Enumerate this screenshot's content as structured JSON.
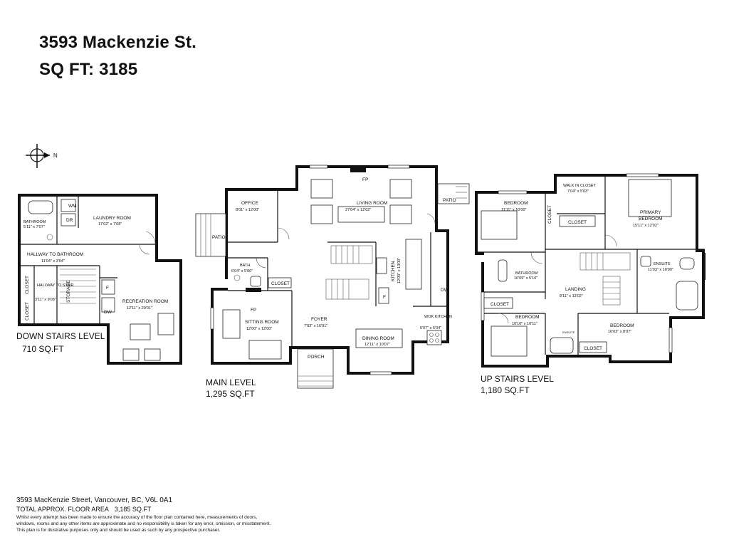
{
  "header": {
    "address": "3593 Mackenzie St.",
    "sqft": "SQ FT: 3185"
  },
  "compass": {
    "label": "N"
  },
  "levels": {
    "down": {
      "name": "DOWN STAIRS LEVEL",
      "area": "710 SQ.FT",
      "rooms": [
        {
          "label": "LAUNDRY ROOM",
          "dim": "17'02\" x 7'08\""
        },
        {
          "label": "BATHROOM",
          "dim": "5'11\" x 7'07\""
        },
        {
          "label": "HALLWAY TO BATHROOM",
          "dim": "11'04\" x 3'04\""
        },
        {
          "label": "HALLWAY TO STAIR",
          "dim": "3'11\" x 9'08\""
        },
        {
          "label": "RECREATION ROOM",
          "dim": "12'11\" x 20'01\""
        }
      ],
      "tags": {
        "wm": "WM",
        "dr": "DR",
        "closet": "CLOSET",
        "closet2": "CLOSET",
        "storage": "STORAGE",
        "f": "F",
        "dw": "DW"
      }
    },
    "main": {
      "name": "MAIN LEVEL",
      "area": "1,295 SQ.FT",
      "rooms": [
        {
          "label": "OFFICE",
          "dim": "8'01\" x 12'00\""
        },
        {
          "label": "LIVING ROOM",
          "dim": "27'04\" x 12'02\""
        },
        {
          "label": "KITCHEN",
          "dim": "12'00\" x 13'00\""
        },
        {
          "label": "BATH",
          "dim": "6'04\" x 5'00\""
        },
        {
          "label": "SITTING ROOM",
          "dim": "12'00\" x 12'00\""
        },
        {
          "label": "FOYER",
          "dim": "7'03\" x 16'01\""
        },
        {
          "label": "DINING ROOM",
          "dim": "12'11\" x 10'07\""
        },
        {
          "label": "WOK KITCHEN",
          "dim": "5'07\" x 5'04\""
        }
      ],
      "tags": {
        "fp1": "FP",
        "fp2": "FP",
        "patio1": "PATIO",
        "patio2": "PATIO",
        "closet": "CLOSET",
        "porch": "PORCH",
        "f": "F",
        "dw": "DW"
      }
    },
    "up": {
      "name": "UP STAIRS LEVEL",
      "area": "1,180 SQ.FT",
      "rooms": [
        {
          "label": "BEDROOM",
          "dim": "11'11\" x 10'00\""
        },
        {
          "label": "WALK IN CLOSET",
          "dim": "7'04\" x 5'03\""
        },
        {
          "label": "PRIMARY",
          "label2": "BEDROOM",
          "dim": "15'11\" x 12'02\""
        },
        {
          "label": "BATHROOM",
          "dim": "10'09\" x 5'10\""
        },
        {
          "label": "ENSUITE",
          "dim": "11'03\" x 10'00\""
        },
        {
          "label": "LANDING",
          "dim": "8'11\" x 13'02\""
        },
        {
          "label": "BEDROOM",
          "dim": "10'10\" x 10'11\""
        },
        {
          "label": "BEDROOM",
          "dim": "16'03\" x 8'07\""
        }
      ],
      "tags": {
        "closet1": "CLOSET",
        "closet2": "CLOSET",
        "closet3": "CLOSET",
        "closet4": "CLOSET",
        "ensuite2": "ENSUITE"
      }
    }
  },
  "footer": {
    "address": "3593 MacKenzie Street, Vancouver, BC, V6L 0A1",
    "total_label": "TOTAL APPROX. FLOOR AREA",
    "total_value": "3,185 SQ.FT",
    "disclaimer_1": "Whilst every attempt has been made to ensure the accuracy of the floor plan contained here, measurements of doors,",
    "disclaimer_2": "windows, rooms and any other items are approximate and no responsibility is taken for any error, omission, or misstatement.",
    "disclaimer_3": "This plan is for illustrative purposes only and should be used as such by any prospective purchaser."
  }
}
